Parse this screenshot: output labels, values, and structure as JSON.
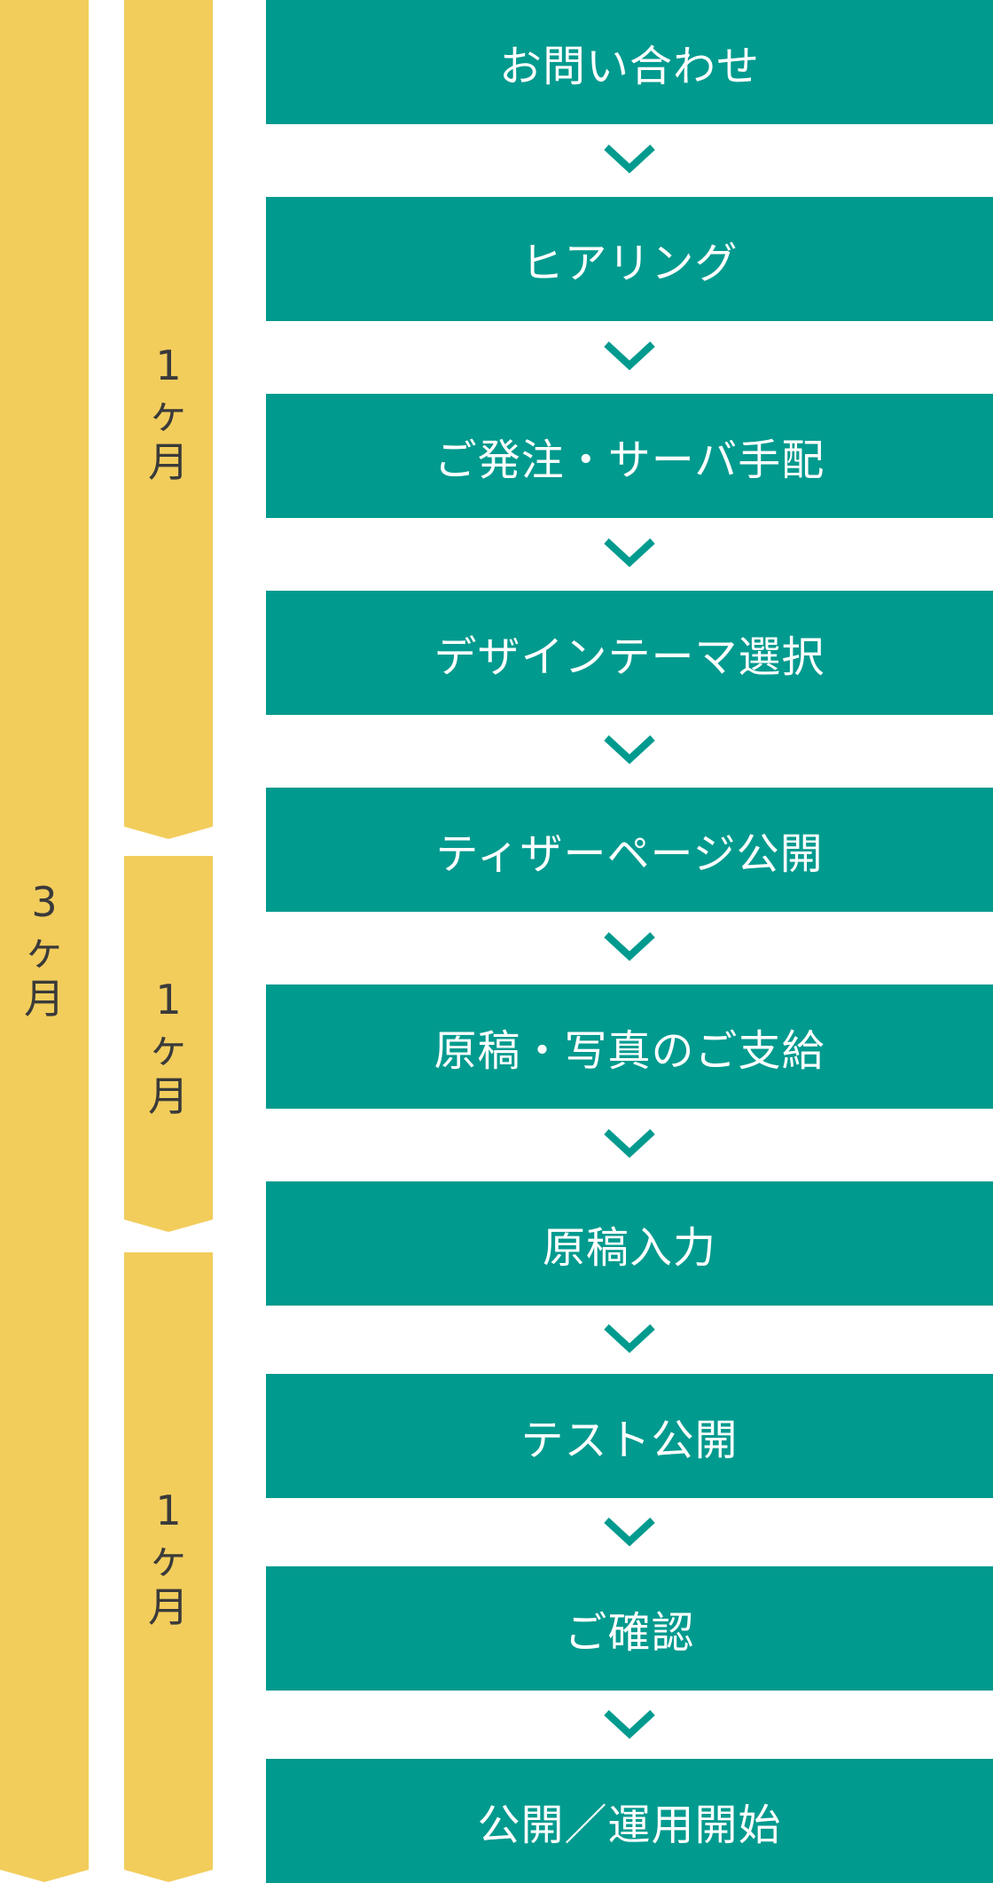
{
  "steps": [
    "お問い合わせ",
    "ヒアリング",
    "ご発注・サーバ手配",
    "デザインテーマ選択",
    "ティザーページ公開",
    "原稿・写真のご支給",
    "原稿入力",
    "テスト公開",
    "ご確認",
    "公開／運用開始"
  ],
  "total_period": {
    "number": "3",
    "unit_ke": "ヶ",
    "unit_month": "月"
  },
  "phases": [
    {
      "number": "1",
      "unit_ke": "ヶ",
      "unit_month": "月"
    },
    {
      "number": "1",
      "unit_ke": "ヶ",
      "unit_month": "月"
    },
    {
      "number": "1",
      "unit_ke": "ヶ",
      "unit_month": "月"
    }
  ],
  "colors": {
    "step_fill": "#009a8e",
    "step_text": "#ffffff",
    "chevron": "#009a8e",
    "period_bar": "#f2cd5c",
    "period_text": "#3a3a3a"
  },
  "icons": {
    "connector": "chevron-down-icon"
  }
}
